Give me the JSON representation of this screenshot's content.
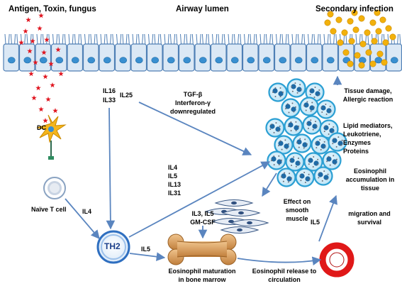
{
  "header": {
    "left": "Antigen, Toxin, fungus",
    "center": "Airway lumen",
    "right": "Secondary infection"
  },
  "cells": {
    "dc": "DC",
    "naive_t": "Naïve T cell",
    "th2": "TH2"
  },
  "cytokines": {
    "il16": "IL16",
    "il33": "IL33",
    "il25": "IL25",
    "tgf_line1": "TGF-β",
    "tgf_line2": "Interferon-γ",
    "tgf_line3": "downregulated",
    "il4_left": "IL4",
    "il4": "IL4",
    "il5": "IL5",
    "il13": "IL13",
    "il31": "IL31",
    "il3_il5": "IL3, IL5",
    "gm_csf": "GM-CSF",
    "il5_bottom": "IL5",
    "il5_right": "IL5"
  },
  "labels": {
    "marrow_line1": "Eosinophil maturation",
    "marrow_line2": "in bone marrow",
    "release_line1": "Eosinophil release to",
    "release_line2": "circulation",
    "smooth_line1": "Effect  on",
    "smooth_line2": "smooth",
    "smooth_line3": "muscle",
    "tissue_line1": "Tissue damage,",
    "tissue_line2": "Allergic reaction",
    "lipid_line1": "Lipid mediators,",
    "lipid_line2": "Leukotriene,",
    "lipid_line3": "Enzymes",
    "lipid_line4": "Proteins",
    "accum_line1": "Eosinophil",
    "accum_line2": "accumulation in",
    "accum_line3": "tissue",
    "migr_line1": "migration and",
    "migr_line2": "survival"
  },
  "colors": {
    "epithelium_fill": "#dbe8f5",
    "epithelium_stroke": "#4f7fb5",
    "nucleus": "#3a8fd0",
    "antigen": "#e0141e",
    "bacteria": "#f2b10c",
    "eosinophil": "#2b9fd3",
    "arrow": "#5a85bf",
    "th2": "#2f6fc0",
    "bone": "#d79a56",
    "vessel": "#e01818"
  }
}
